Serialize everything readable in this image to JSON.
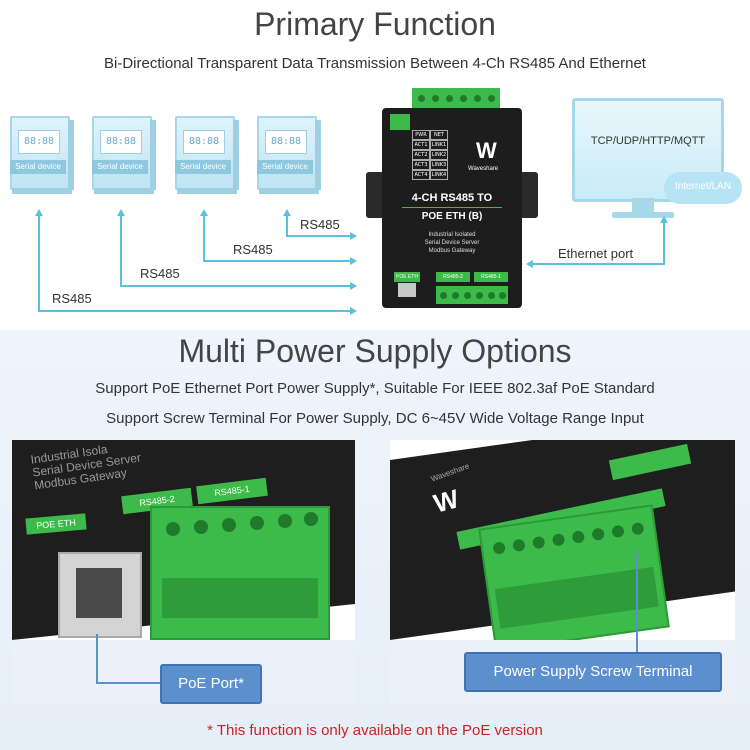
{
  "section1": {
    "title": "Primary Function",
    "subtitle": "Bi-Directional Transparent Data Transmission Between 4-Ch RS485 And Ethernet"
  },
  "serial_devices": [
    {
      "screen": "88:88",
      "label": "Serial device"
    },
    {
      "screen": "88:88",
      "label": "Serial device"
    },
    {
      "screen": "88:88",
      "label": "Serial device"
    },
    {
      "screen": "88:88",
      "label": "Serial device"
    }
  ],
  "rs485_labels": [
    "RS485",
    "RS485",
    "RS485",
    "RS485"
  ],
  "module": {
    "brand": "Waveshare",
    "name_line1": "4-CH RS485 TO",
    "name_line2": "POE ETH (B)",
    "desc_line1": "Industrial Isolated",
    "desc_line2": "Serial Device Server",
    "desc_line3": "Modbus Gateway",
    "leds": [
      "PWR",
      "NET",
      "ACT1",
      "LINK1",
      "ACT2",
      "LINK2",
      "ACT3",
      "LINK3",
      "ACT4",
      "LINK4"
    ],
    "port_labels": [
      "POE ETH",
      "RS485-2",
      "RS485-1"
    ]
  },
  "network": {
    "protocols": "TCP/UDP/HTTP/MQTT",
    "cloud": "Internet/LAN",
    "ethernet_port": "Ethernet port"
  },
  "section2": {
    "title": "Multi Power Supply Options",
    "line1": "Support PoE Ethernet Port Power Supply*, Suitable For IEEE 802.3af PoE Standard",
    "line2": "Support Screw Terminal For Power Supply, DC 6~45V Wide Voltage Range Input"
  },
  "photo1": {
    "text_lines": [
      "Industrial Isola",
      "Serial Device Server",
      "Modbus Gateway"
    ],
    "port_labels": [
      "POE ETH",
      "RS485-2",
      "RS485-1"
    ],
    "callout": "PoE Port*"
  },
  "photo2": {
    "brand": "Waveshare",
    "callout": "Power Supply Screw Terminal"
  },
  "footnote": "* This function is only available on the PoE version",
  "colors": {
    "arrow": "#5bc0de",
    "terminal_green": "#3dbb4a",
    "callout_blue": "#5b8fce",
    "note_red": "#cc2222"
  }
}
